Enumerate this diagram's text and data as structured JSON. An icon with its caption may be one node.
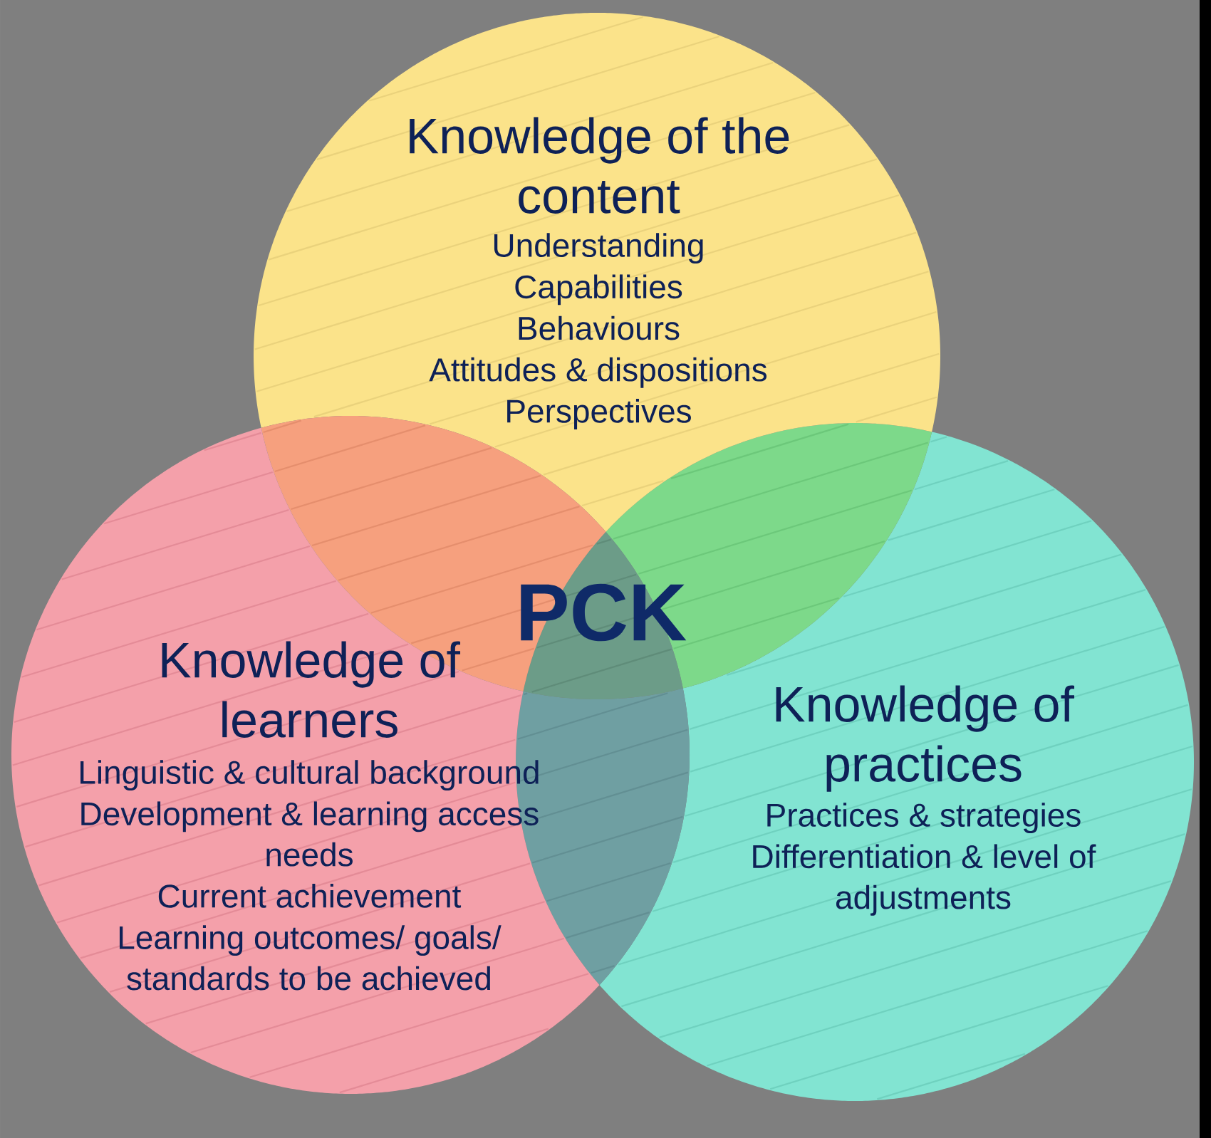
{
  "diagram": {
    "nodes": [
      {
        "text": [
          "Knowledge of the content",
          "Understanding",
          "Capabilities",
          "Behaviours",
          "Attitudes & dispositions",
          "Perspectives"
        ]
      },
      {
        "text": [
          "Knowledge of learners",
          "Linguistic & cultural background",
          "Development & learning access needs",
          "Current achievement",
          "Learning outcomes/ goals/ standards to be achieved"
        ]
      },
      {
        "text": [
          "Knowledge of practices",
          "Practices & strategies",
          "Differentiation & level of adjustments"
        ]
      }
    ],
    "labels": [
      "PCK"
    ]
  }
}
